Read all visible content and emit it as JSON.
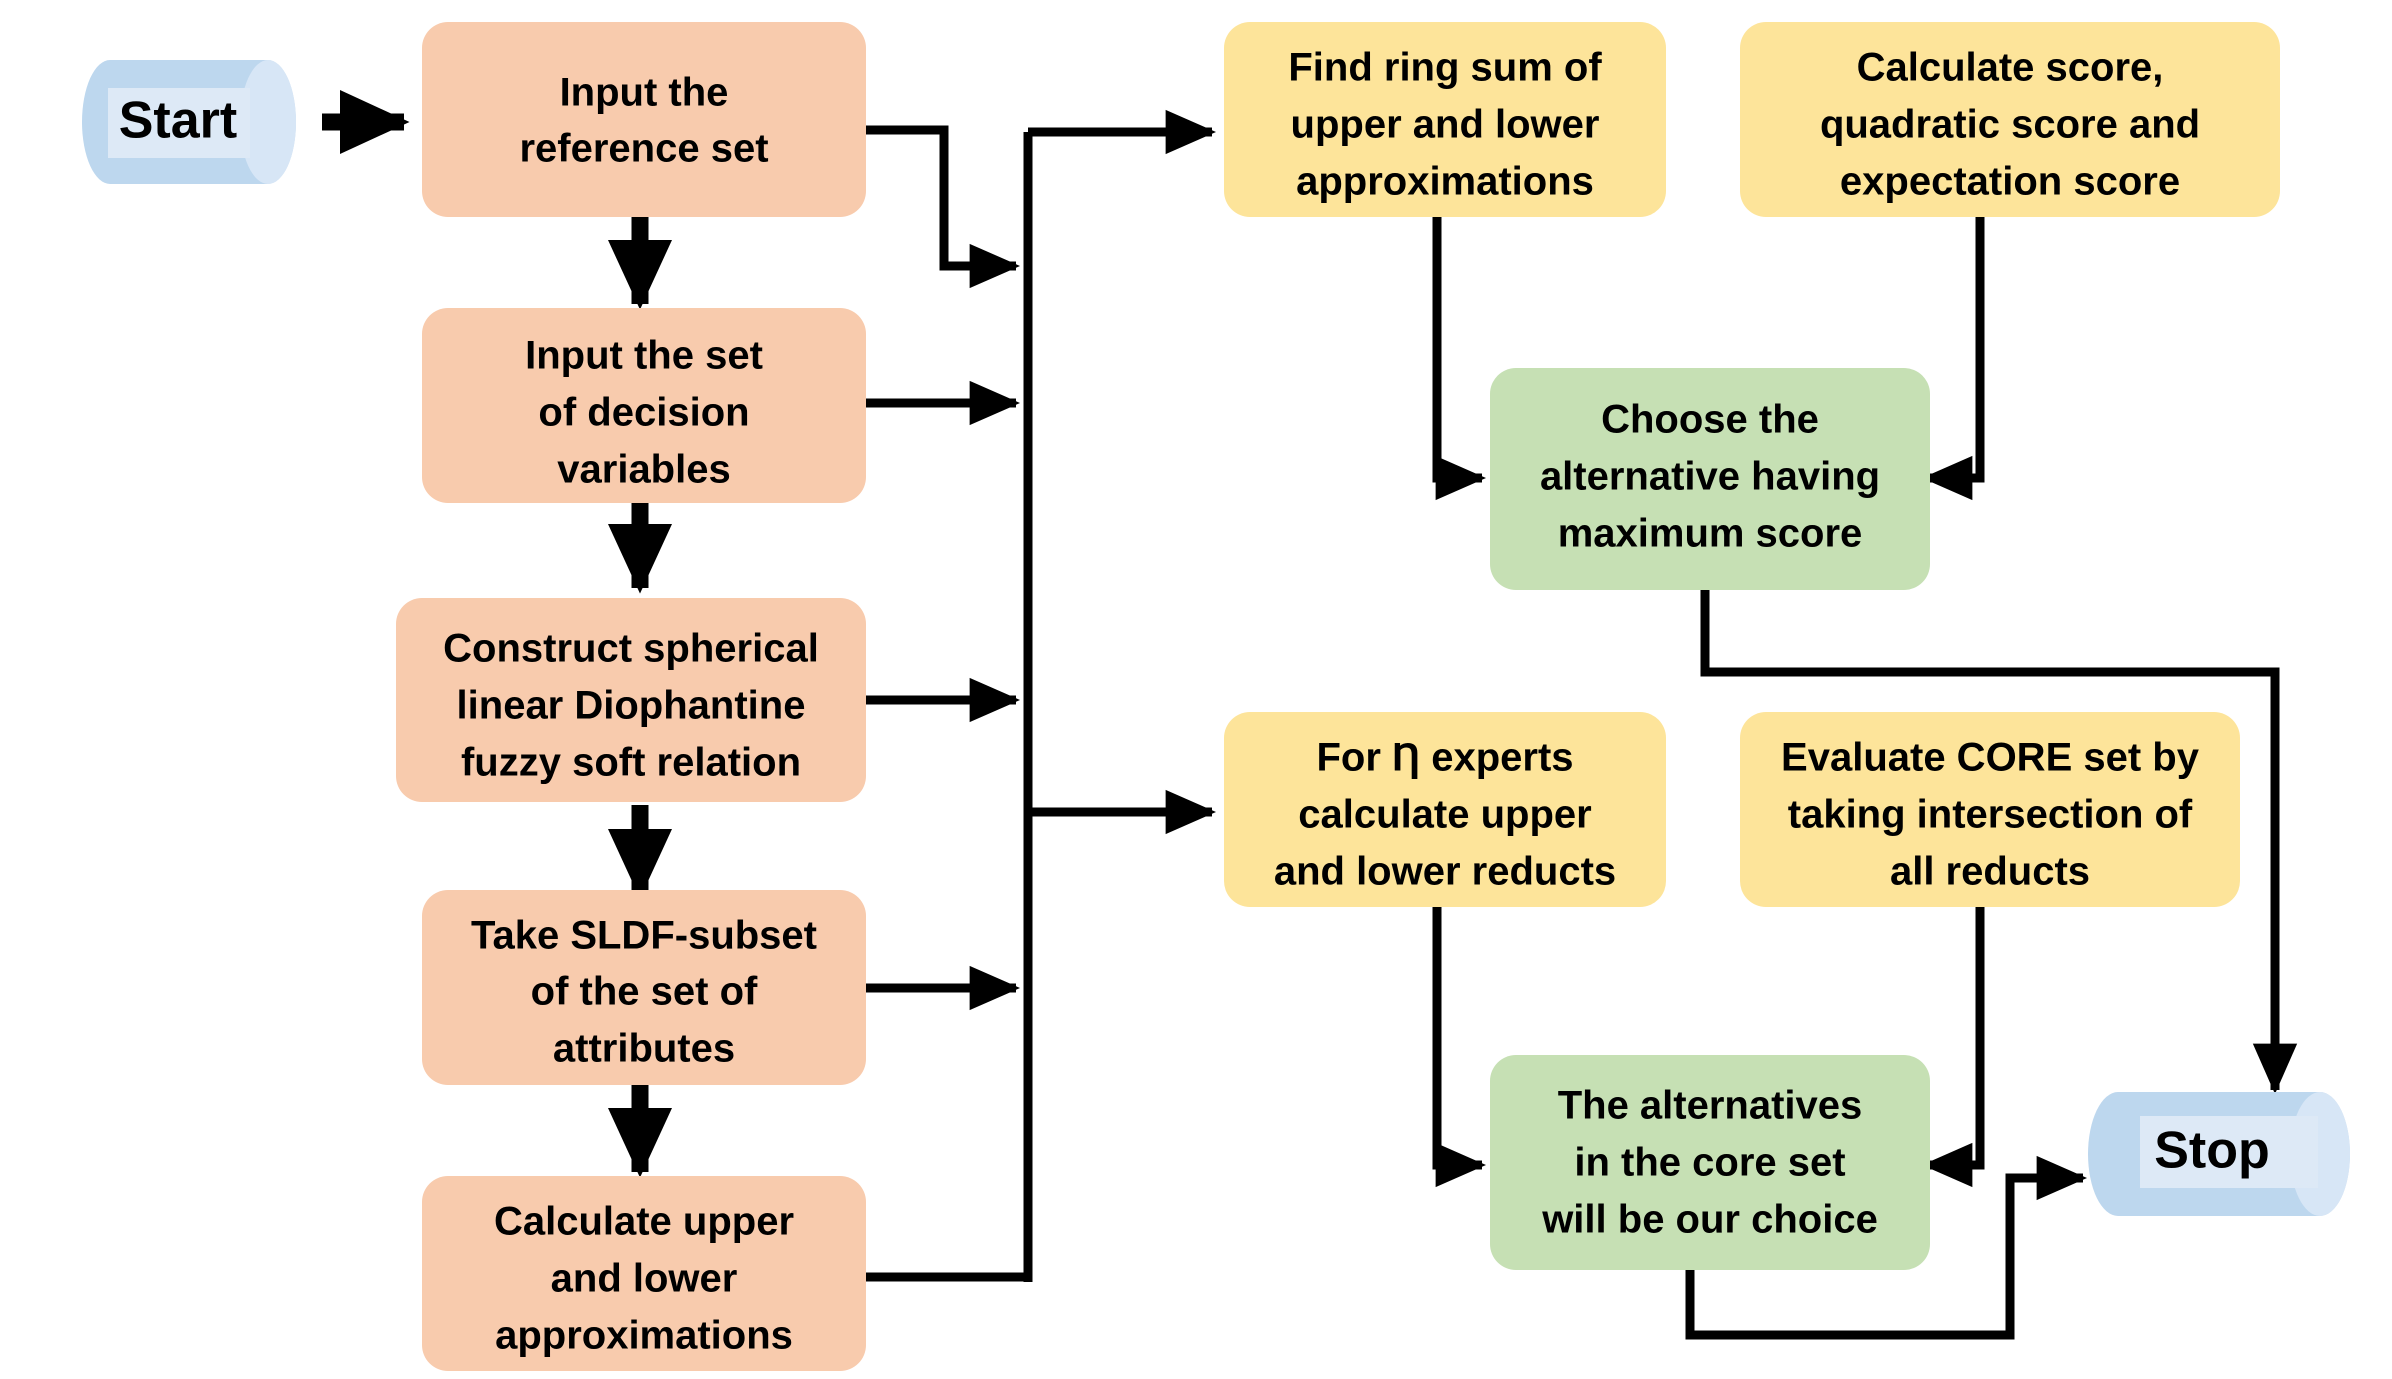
{
  "diagram": {
    "title": "Spherical Linear Diophantine Fuzzy Soft Rough Set Algorithm Flowchart",
    "background": "#ffffff",
    "colors": {
      "terminator_fill": "#bdd7ee",
      "terminator_inner": "#dce9f7",
      "process_peach": "#f8cbad",
      "process_yellow": "#fde49a",
      "process_green": "#c6e0b4",
      "edge": "#000000"
    }
  },
  "nodes": {
    "start": {
      "id": "start",
      "label": "Start",
      "shape": "cylinder",
      "color": "#bdd7ee"
    },
    "input_reference_set": {
      "id": "input_reference_set",
      "line1": "Input the",
      "line2": "reference set",
      "shape": "rounded-rect",
      "color": "#f8cbad"
    },
    "input_decision_variables": {
      "id": "input_decision_variables",
      "line1": "Input the set",
      "line2": "of decision",
      "line3": "variables",
      "shape": "rounded-rect",
      "color": "#f8cbad"
    },
    "construct_relation": {
      "id": "construct_relation",
      "line1": "Construct spherical",
      "line2": "linear Diophantine",
      "line3": "fuzzy soft relation",
      "shape": "rounded-rect",
      "color": "#f8cbad"
    },
    "take_sldf_subset": {
      "id": "take_sldf_subset",
      "line1": "Take SLDF-subset",
      "line2": "of the set of",
      "line3": "attributes",
      "shape": "rounded-rect",
      "color": "#f8cbad"
    },
    "calculate_approximations": {
      "id": "calculate_approximations",
      "line1": "Calculate upper",
      "line2": "and lower",
      "line3": "approximations",
      "shape": "rounded-rect",
      "color": "#f8cbad"
    },
    "find_ring_sum": {
      "id": "find_ring_sum",
      "line1": "Find ring sum of",
      "line2": "upper and lower",
      "line3": "approximations",
      "shape": "rounded-rect",
      "color": "#fde49a"
    },
    "calculate_scores": {
      "id": "calculate_scores",
      "line1": "Calculate score,",
      "line2": "quadratic score and",
      "line3": "expectation score",
      "shape": "rounded-rect",
      "color": "#fde49a"
    },
    "choose_max_score": {
      "id": "choose_max_score",
      "line1": "Choose the",
      "line2": "alternative having",
      "line3": "maximum score",
      "shape": "rounded-rect",
      "color": "#c6e0b4"
    },
    "for_n_experts": {
      "id": "for_n_experts",
      "line1": "For Ƞ experts",
      "line2": "calculate upper",
      "line3": "and lower reducts",
      "shape": "rounded-rect",
      "color": "#fde49a"
    },
    "evaluate_core_set": {
      "id": "evaluate_core_set",
      "line1": "Evaluate CORE set by",
      "line2": "taking intersection of",
      "line3": "all reducts",
      "shape": "rounded-rect",
      "color": "#fde49a"
    },
    "alternatives_core_set": {
      "id": "alternatives_core_set",
      "line1": "The alternatives",
      "line2": "in the core set",
      "line3": "will be our choice",
      "shape": "rounded-rect",
      "color": "#c6e0b4"
    },
    "stop": {
      "id": "stop",
      "label": "Stop",
      "shape": "cylinder",
      "color": "#bdd7ee"
    }
  },
  "edges": [
    {
      "from": "start",
      "to": "input_reference_set",
      "style": "thick-arrow"
    },
    {
      "from": "input_reference_set",
      "to": "input_decision_variables",
      "style": "thick-arrow"
    },
    {
      "from": "input_decision_variables",
      "to": "construct_relation",
      "style": "thick-arrow"
    },
    {
      "from": "construct_relation",
      "to": "take_sldf_subset",
      "style": "thick-arrow"
    },
    {
      "from": "take_sldf_subset",
      "to": "calculate_approximations",
      "style": "thick-arrow"
    },
    {
      "from": "input_reference_set",
      "to": "bus",
      "style": "thin-arrow"
    },
    {
      "from": "input_decision_variables",
      "to": "bus",
      "style": "thin-arrow"
    },
    {
      "from": "construct_relation",
      "to": "bus",
      "style": "thin-arrow"
    },
    {
      "from": "take_sldf_subset",
      "to": "bus",
      "style": "thin-arrow"
    },
    {
      "from": "calculate_approximations",
      "to": "bus",
      "style": "thin-line"
    },
    {
      "from": "bus",
      "to": "find_ring_sum",
      "style": "thin-arrow"
    },
    {
      "from": "bus",
      "to": "for_n_experts",
      "style": "thin-arrow"
    },
    {
      "from": "find_ring_sum",
      "to": "choose_max_score",
      "style": "thin-arrow"
    },
    {
      "from": "calculate_scores",
      "to": "choose_max_score",
      "style": "thin-arrow"
    },
    {
      "from": "choose_max_score",
      "to": "stop",
      "style": "thin-arrow"
    },
    {
      "from": "for_n_experts",
      "to": "alternatives_core_set",
      "style": "thin-arrow"
    },
    {
      "from": "evaluate_core_set",
      "to": "alternatives_core_set",
      "style": "thin-arrow"
    },
    {
      "from": "alternatives_core_set",
      "to": "stop",
      "style": "thin-arrow"
    }
  ]
}
